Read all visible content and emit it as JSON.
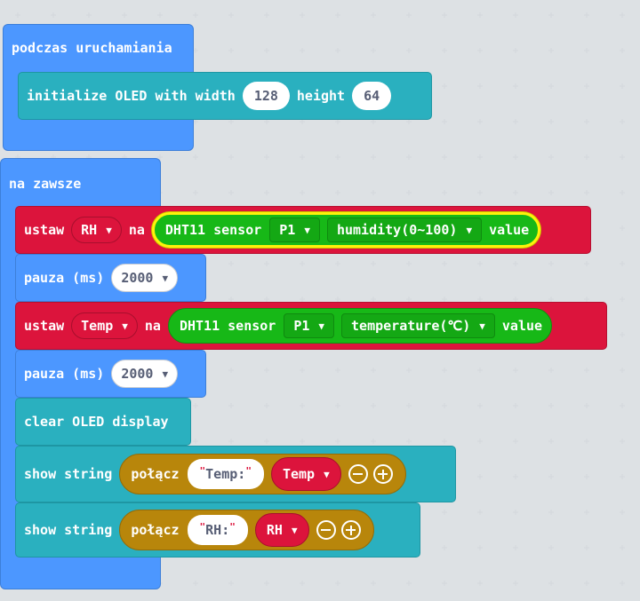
{
  "colors": {
    "hat": "#4c97ff",
    "teal": "#2ab0bf",
    "red": "#dc143c",
    "green": "#17b817",
    "gold": "#b8860b",
    "highlight": "#fff20a"
  },
  "on_start": {
    "title": "podczas uruchamiania",
    "init": {
      "label": "initialize OLED with width",
      "width": "128",
      "height_label": "height",
      "height": "64"
    }
  },
  "forever": {
    "title": "na zawsze",
    "set_rh": {
      "label": "ustaw",
      "var": "RH",
      "na": "na",
      "sensor_label": "DHT11 sensor",
      "pin": "P1",
      "reading": "humidity(0~100)",
      "value_label": "value"
    },
    "pause1": {
      "label": "pauza (ms)",
      "value": "2000"
    },
    "set_temp": {
      "label": "ustaw",
      "var": "Temp",
      "na": "na",
      "sensor_label": "DHT11 sensor",
      "pin": "P1",
      "reading": "temperature(℃)",
      "value_label": "value"
    },
    "pause2": {
      "label": "pauza (ms)",
      "value": "2000"
    },
    "clear": {
      "label": "clear OLED display"
    },
    "show1": {
      "label": "show string",
      "join": "połącz",
      "text": "Temp:",
      "var": "Temp"
    },
    "show2": {
      "label": "show string",
      "join": "połącz",
      "text": "RH:",
      "var": "RH"
    }
  },
  "icons": {
    "dropdown": "dropdown-arrow-icon",
    "minus": "minus-circle-icon",
    "plus": "plus-circle-icon"
  }
}
